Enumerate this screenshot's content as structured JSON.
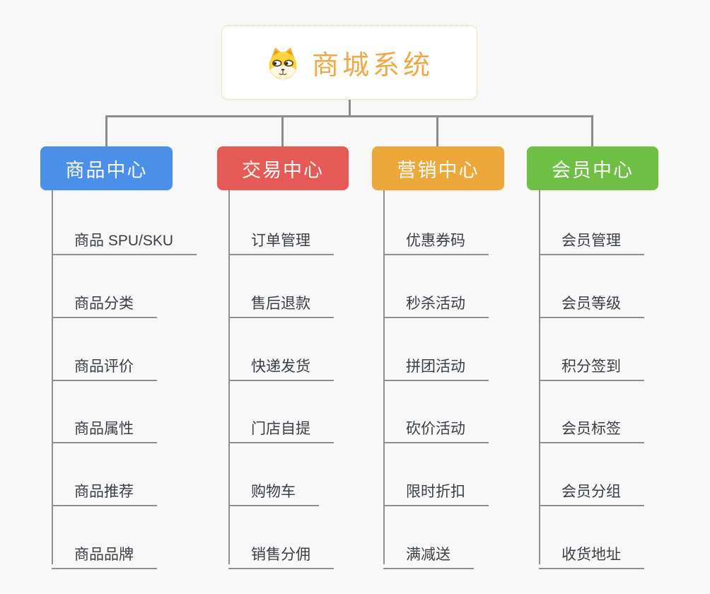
{
  "root": {
    "title": "商城系统",
    "icon": "dog-face-icon"
  },
  "branches": [
    {
      "label": "商品中心",
      "color": "#4A8FE8",
      "items": [
        "商品 SPU/SKU",
        "商品分类",
        "商品评价",
        "商品属性",
        "商品推荐",
        "商品品牌"
      ]
    },
    {
      "label": "交易中心",
      "color": "#E65A55",
      "items": [
        "订单管理",
        "售后退款",
        "快递发货",
        "门店自提",
        "购物车",
        "销售分佣"
      ]
    },
    {
      "label": "营销中心",
      "color": "#ECA83A",
      "items": [
        "优惠券码",
        "秒杀活动",
        "拼团活动",
        "砍价活动",
        "限时折扣",
        "满减送"
      ]
    },
    {
      "label": "会员中心",
      "color": "#6FBE45",
      "items": [
        "会员管理",
        "会员等级",
        "积分签到",
        "会员标签",
        "会员分组",
        "收货地址"
      ]
    }
  ],
  "colors": {
    "background": "#F8F8F8",
    "connector": "#8C8C8C",
    "root_border": "#F0C37E",
    "root_text": "#F0A847",
    "leaf_text": "#3A3F46"
  }
}
